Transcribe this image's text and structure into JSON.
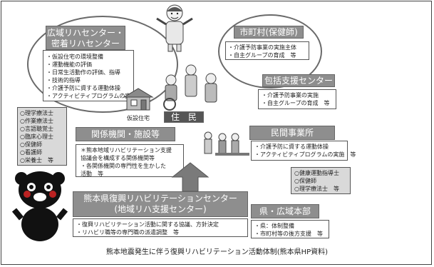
{
  "regional": {
    "header_line1": "広域リハセンター・",
    "header_line2": "密着リハセンター",
    "items": [
      "・仮設住宅の環境整備",
      "・運動機能の評価",
      "・日常生活動作の評価、指導",
      "・技術的指導",
      "・介護予防に資する運動体操",
      "・アクティビティプログラムの実施"
    ],
    "staff": [
      "○理学療法士",
      "○作業療法士",
      "○言語聴覚士",
      "○臨床心理士",
      "○保健師",
      "○看護師",
      "○栄養士　等"
    ]
  },
  "municipality": {
    "header": "市町村(保健師)",
    "items": [
      "・介護予防事業の実施主体",
      "・自主グループの育成　等"
    ]
  },
  "comprehensive": {
    "header": "包括支援センター",
    "items": [
      "・介護予防事業の実施",
      "・自主グループの育成　等"
    ]
  },
  "private": {
    "header": "民間事業所",
    "items": [
      "・介護予防に資する運動体操",
      "・アクティビティプログラムの実施　等"
    ],
    "staff": [
      "○健康運動指導士",
      "○保健師",
      "○理学療法士　等"
    ]
  },
  "related": {
    "header": "関係機関・施設等",
    "items": [
      "＊熊本地域リハビリテーション支援",
      "協議会を構成する関係機関等",
      "・各関係機関の専門性を生かした",
      "活動　等"
    ]
  },
  "center": {
    "header_line1": "熊本県復興リハビリテーションセンター",
    "header_line2": "(地域リハ支援センター)",
    "items": [
      "・復興リハビリテーション活動に関する協議、方針決定",
      "・リハビリ職等の専門職の派遣調整　等"
    ]
  },
  "prefecture": {
    "header": "県・広域本部",
    "items": [
      "・県：体制整備",
      "・市町村等の後方支援　等"
    ]
  },
  "residents_label": "住　民",
  "temporary_housing_label": "仮設住宅",
  "caption": "熊本地震発生に伴う復興リハビリテーション活動体制(熊本県HP資料)",
  "colors": {
    "header_gray": "#8e8e8e",
    "outline": "#6a6a6a"
  }
}
